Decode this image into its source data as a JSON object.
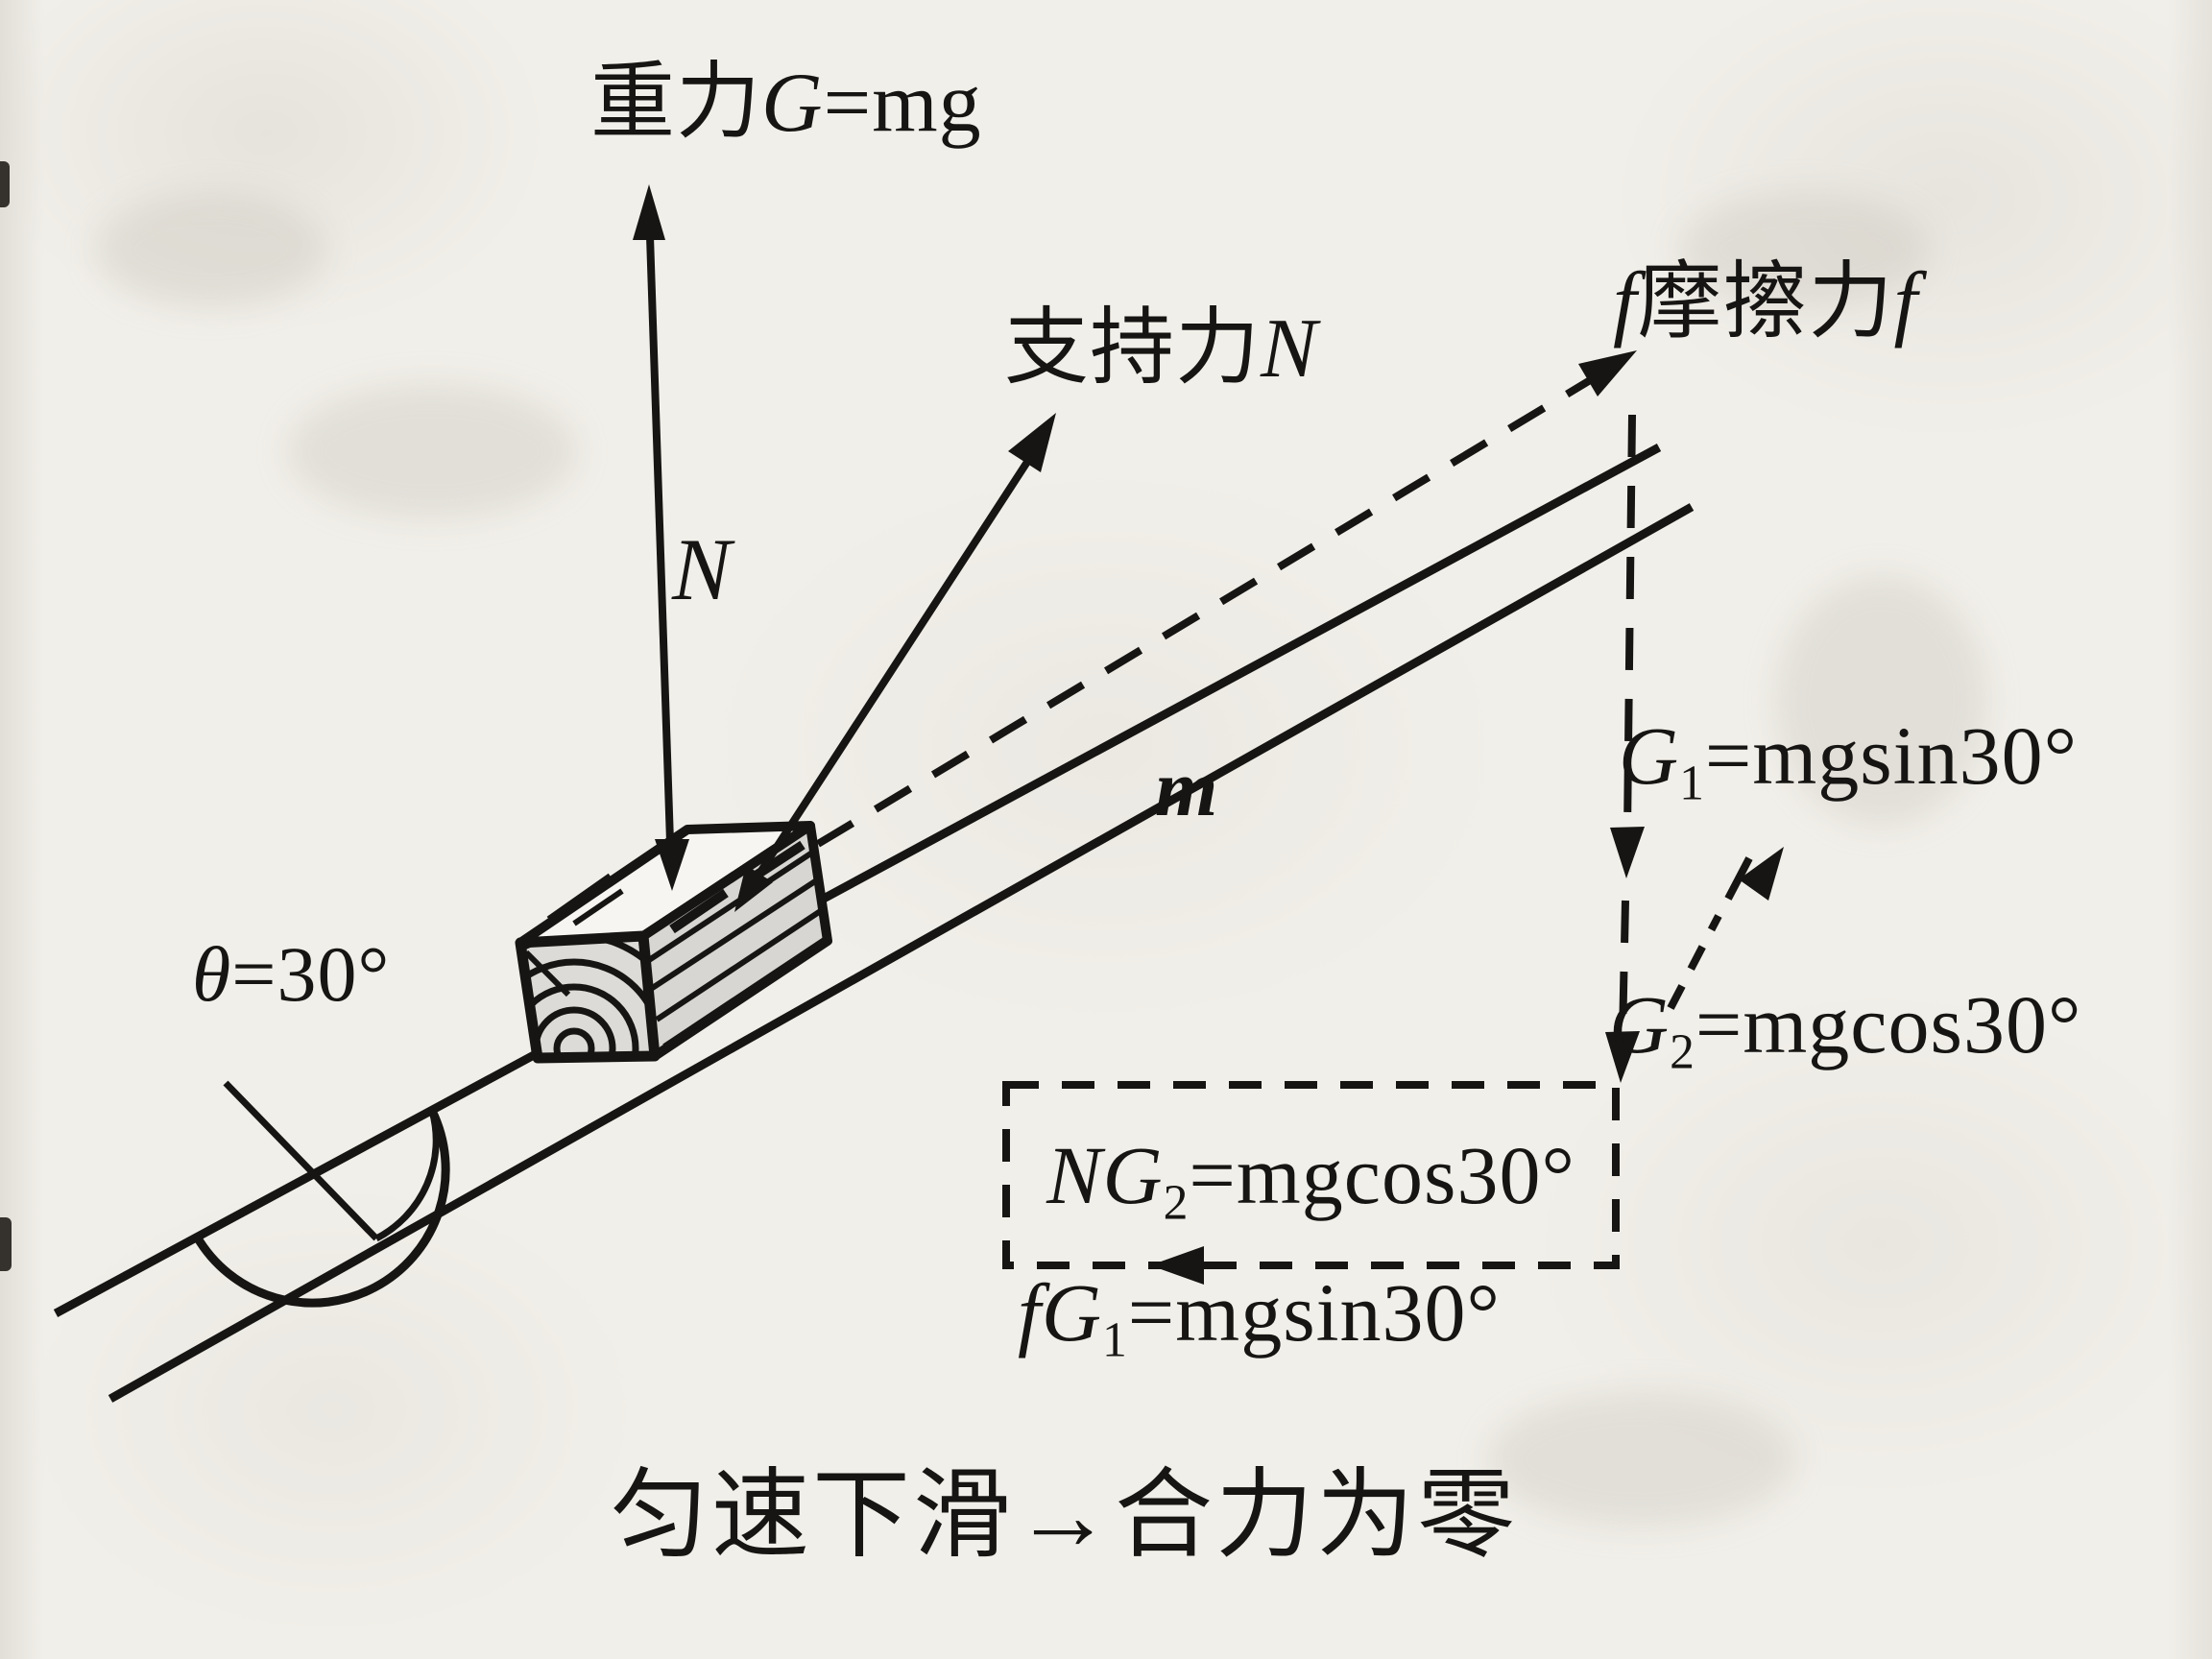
{
  "figure": {
    "colors": {
      "ink": "#171513",
      "paper": "#f1efe9"
    },
    "labels": {
      "gravity": {
        "cjk": "重力",
        "sym": "G",
        "rest": "=mg"
      },
      "support": {
        "cjk": "支持力",
        "sym": "N"
      },
      "friction": {
        "sym_pre": "f",
        "cjk": "摩擦力",
        "sym_post": "f"
      },
      "normal_short": "N",
      "mass": "m",
      "angle": {
        "sym": "θ",
        "rest": "=30°"
      },
      "g1": {
        "sym": "G",
        "sub": "1",
        "rest": "=mgsin30°"
      },
      "g2": {
        "sym": "G",
        "sub": "2",
        "rest": "=mgcos30°"
      },
      "box_equation": {
        "sym": "NG",
        "sub": "2",
        "rest": "=mgcos30°"
      },
      "fg1_equation": {
        "sym": "fG",
        "sub": "1",
        "rest": "=mgsin30°"
      },
      "caption": "匀速下滑→合力为零"
    }
  }
}
